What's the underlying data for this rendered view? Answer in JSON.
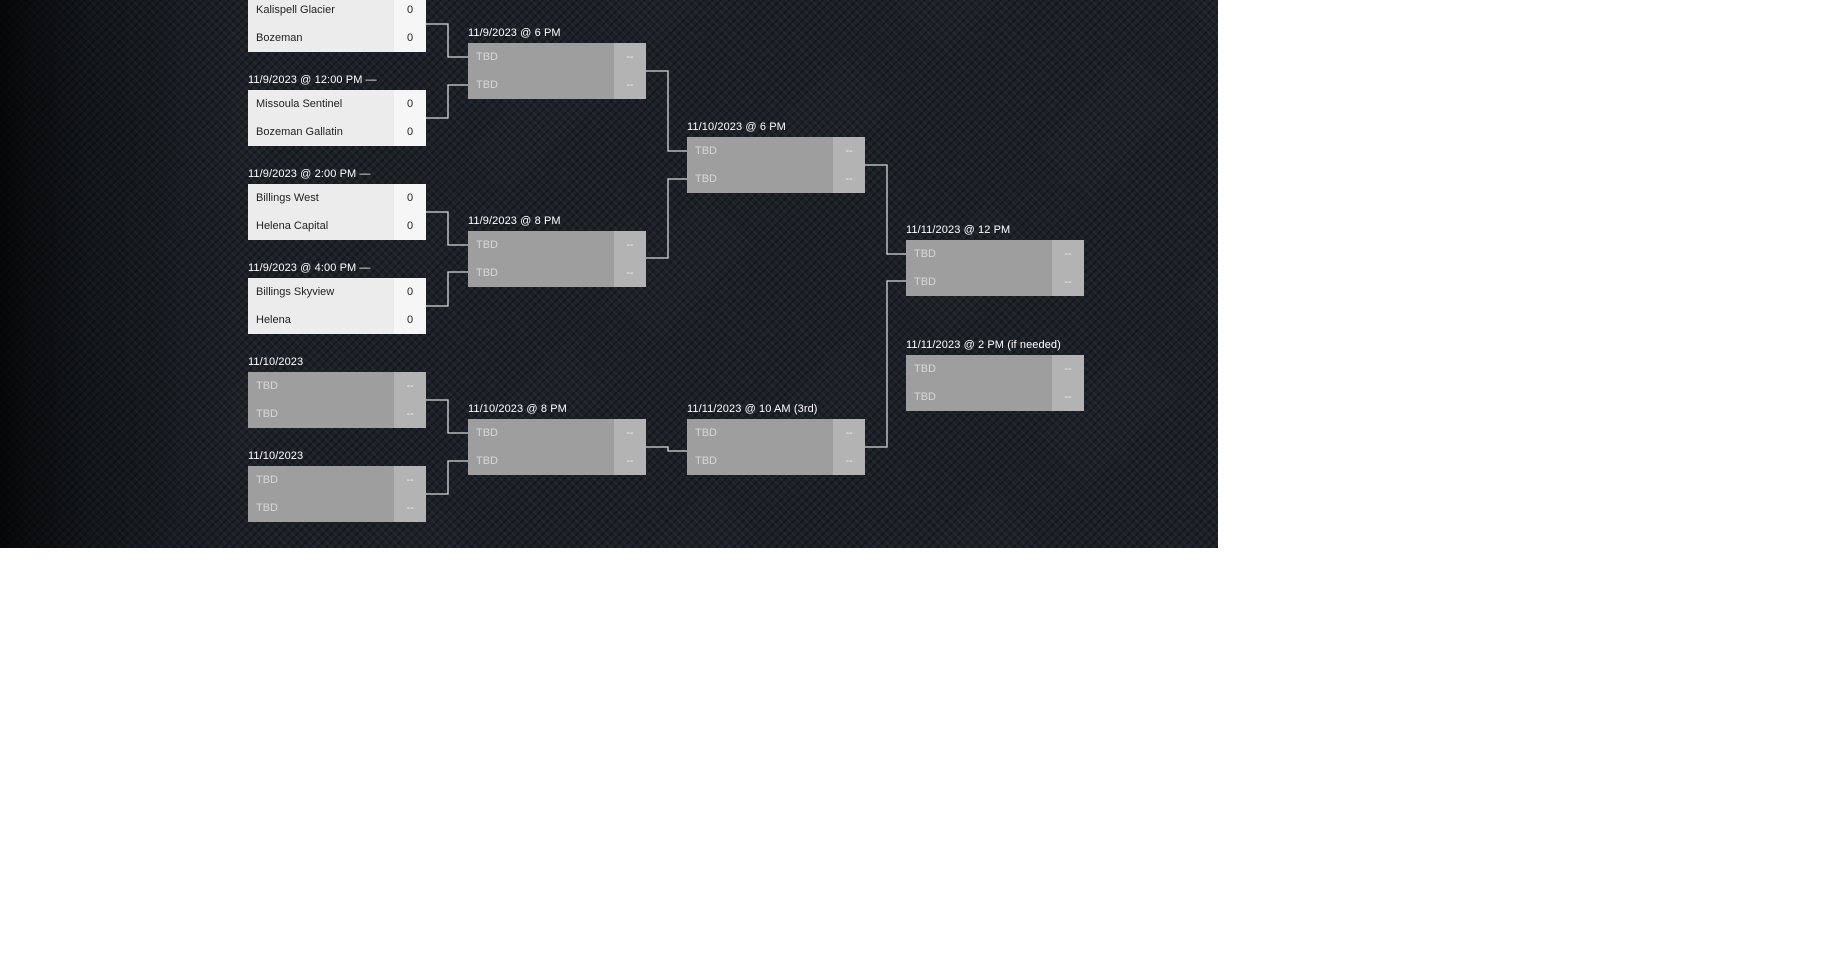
{
  "matches": [
    {
      "id": "m1",
      "label": "",
      "teams": [
        {
          "name": "Kalispell Glacier",
          "score": "0"
        },
        {
          "name": "Bozeman",
          "score": "0"
        }
      ]
    },
    {
      "id": "m2",
      "label": "11/9/2023 @ 12:00 PM —",
      "teams": [
        {
          "name": "Missoula Sentinel",
          "score": "0"
        },
        {
          "name": "Bozeman Gallatin",
          "score": "0"
        }
      ]
    },
    {
      "id": "m3",
      "label": "11/9/2023 @ 2:00 PM —",
      "teams": [
        {
          "name": "Billings West",
          "score": "0"
        },
        {
          "name": "Helena Capital",
          "score": "0"
        }
      ]
    },
    {
      "id": "m4",
      "label": "11/9/2023 @ 4:00 PM —",
      "teams": [
        {
          "name": "Billings Skyview",
          "score": "0"
        },
        {
          "name": "Helena",
          "score": "0"
        }
      ]
    },
    {
      "id": "m5",
      "label": "11/10/2023",
      "teams": [
        {
          "name": "TBD",
          "score": "--"
        },
        {
          "name": "TBD",
          "score": "--"
        }
      ]
    },
    {
      "id": "m6",
      "label": "11/10/2023",
      "teams": [
        {
          "name": "TBD",
          "score": "--"
        },
        {
          "name": "TBD",
          "score": "--"
        }
      ]
    },
    {
      "id": "m7",
      "label": "11/9/2023 @ 6 PM",
      "teams": [
        {
          "name": "TBD",
          "score": "--"
        },
        {
          "name": "TBD",
          "score": "--"
        }
      ]
    },
    {
      "id": "m8",
      "label": "11/9/2023 @ 8 PM",
      "teams": [
        {
          "name": "TBD",
          "score": "--"
        },
        {
          "name": "TBD",
          "score": "--"
        }
      ]
    },
    {
      "id": "m9",
      "label": "11/10/2023 @ 8 PM",
      "teams": [
        {
          "name": "TBD",
          "score": "--"
        },
        {
          "name": "TBD",
          "score": "--"
        }
      ]
    },
    {
      "id": "m10",
      "label": "11/10/2023 @ 6 PM",
      "teams": [
        {
          "name": "TBD",
          "score": "--"
        },
        {
          "name": "TBD",
          "score": "--"
        }
      ]
    },
    {
      "id": "m11",
      "label": "11/11/2023 @ 10 AM (3rd)",
      "teams": [
        {
          "name": "TBD",
          "score": "--"
        },
        {
          "name": "TBD",
          "score": "--"
        }
      ]
    },
    {
      "id": "m12",
      "label": "11/11/2023 @ 12 PM",
      "teams": [
        {
          "name": "TBD",
          "score": "--"
        },
        {
          "name": "TBD",
          "score": "--"
        }
      ]
    },
    {
      "id": "m13",
      "label": "11/11/2023 @ 2 PM (if needed)",
      "teams": [
        {
          "name": "TBD",
          "score": "--"
        },
        {
          "name": "TBD",
          "score": "--"
        }
      ]
    }
  ]
}
